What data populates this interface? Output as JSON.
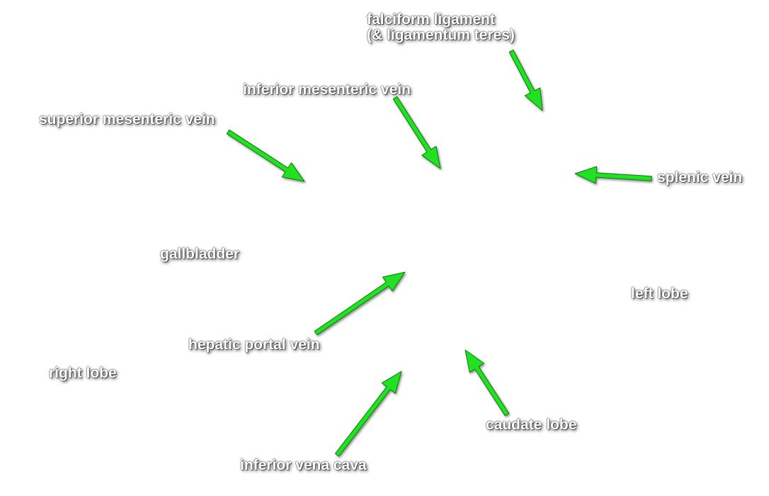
{
  "colors": {
    "arrow": "#22e022",
    "arrow_outline": "#0f7a0f",
    "label_text": "#ffffff"
  },
  "labels": {
    "falciform_line1": "falciform ligament",
    "falciform_line2": "(& ligamentum teres)",
    "inferior_mesenteric_vein": "inferior mesenteric vein",
    "superior_mesenteric_vein": "superior mesenteric vein",
    "splenic_vein": "splenic vein",
    "gallbladder": "gallbladder",
    "left_lobe": "left lobe",
    "hepatic_portal_vein": "hepatic portal vein",
    "right_lobe": "right lobe",
    "caudate_lobe": "caudate lobe",
    "inferior_vena_cava": "inferior vena cava"
  }
}
